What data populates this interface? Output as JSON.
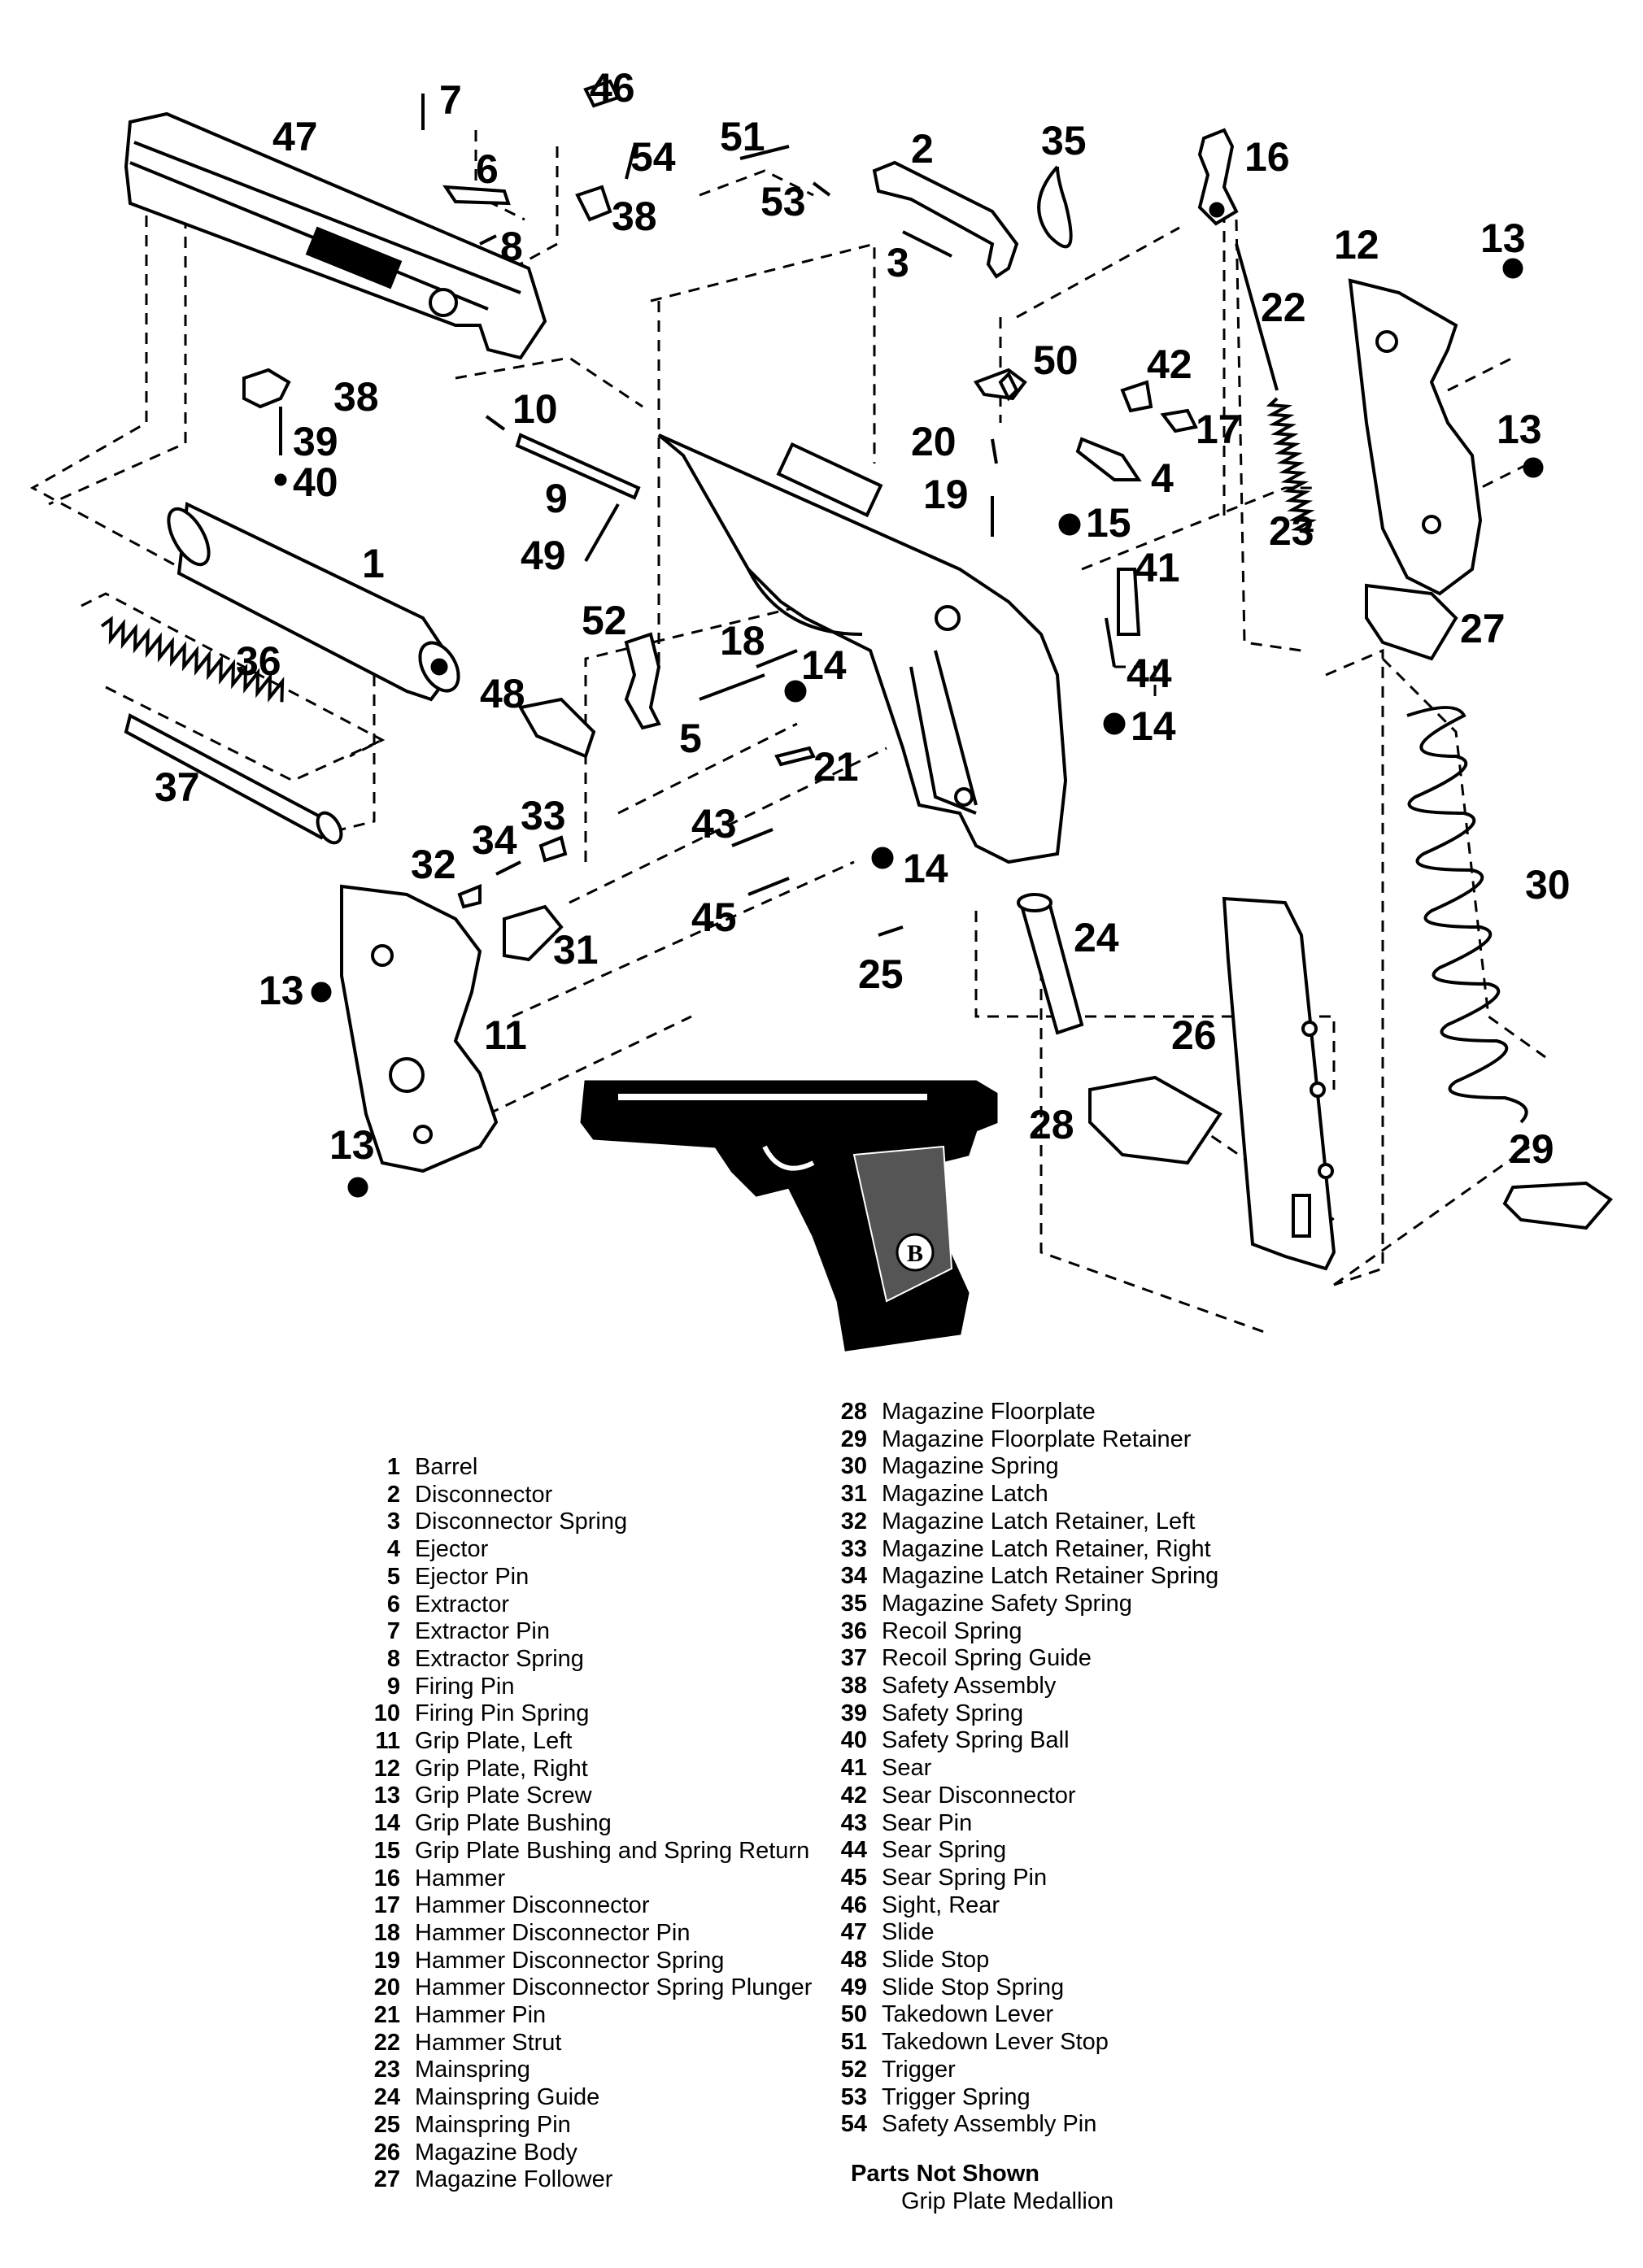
{
  "callouts": {
    "c1": "1",
    "c2": "2",
    "c3": "3",
    "c4": "4",
    "c5": "5",
    "c6": "6",
    "c7": "7",
    "c8": "8",
    "c9": "9",
    "c10": "10",
    "c11": "11",
    "c12": "12",
    "c13": "13",
    "c14": "14",
    "c15": "15",
    "c16": "16",
    "c17": "17",
    "c18": "18",
    "c19": "19",
    "c20": "20",
    "c21": "21",
    "c22": "22",
    "c23": "23",
    "c24": "24",
    "c25": "25",
    "c26": "26",
    "c27": "27",
    "c28": "28",
    "c29": "29",
    "c30": "30",
    "c31": "31",
    "c32": "32",
    "c33": "33",
    "c34": "34",
    "c35": "35",
    "c36": "36",
    "c37": "37",
    "c38": "38",
    "c39": "39",
    "c40": "40",
    "c41": "41",
    "c42": "42",
    "c43": "43",
    "c44": "44",
    "c45": "45",
    "c46": "46",
    "c47": "47",
    "c48": "48",
    "c49": "49",
    "c50": "50",
    "c51": "51",
    "c52": "52",
    "c53": "53",
    "c54": "54"
  },
  "parts_left": [
    {
      "num": "1",
      "name": "Barrel"
    },
    {
      "num": "2",
      "name": "Disconnector"
    },
    {
      "num": "3",
      "name": "Disconnector Spring"
    },
    {
      "num": "4",
      "name": "Ejector"
    },
    {
      "num": "5",
      "name": "Ejector Pin"
    },
    {
      "num": "6",
      "name": "Extractor"
    },
    {
      "num": "7",
      "name": "Extractor Pin"
    },
    {
      "num": "8",
      "name": "Extractor Spring"
    },
    {
      "num": "9",
      "name": "Firing Pin"
    },
    {
      "num": "10",
      "name": "Firing Pin Spring"
    },
    {
      "num": "11",
      "name": "Grip Plate, Left"
    },
    {
      "num": "12",
      "name": "Grip Plate, Right"
    },
    {
      "num": "13",
      "name": "Grip Plate Screw"
    },
    {
      "num": "14",
      "name": "Grip Plate Bushing"
    },
    {
      "num": "15",
      "name": "Grip Plate Bushing and Spring Return"
    },
    {
      "num": "16",
      "name": "Hammer"
    },
    {
      "num": "17",
      "name": "Hammer Disconnector"
    },
    {
      "num": "18",
      "name": "Hammer Disconnector Pin"
    },
    {
      "num": "19",
      "name": "Hammer Disconnector Spring"
    },
    {
      "num": "20",
      "name": "Hammer Disconnector Spring Plunger"
    },
    {
      "num": "21",
      "name": "Hammer Pin"
    },
    {
      "num": "22",
      "name": "Hammer Strut"
    },
    {
      "num": "23",
      "name": "Mainspring"
    },
    {
      "num": "24",
      "name": "Mainspring Guide"
    },
    {
      "num": "25",
      "name": "Mainspring Pin"
    },
    {
      "num": "26",
      "name": "Magazine Body"
    },
    {
      "num": "27",
      "name": "Magazine Follower"
    }
  ],
  "parts_right": [
    {
      "num": "28",
      "name": "Magazine Floorplate"
    },
    {
      "num": "29",
      "name": "Magazine Floorplate Retainer"
    },
    {
      "num": "30",
      "name": "Magazine Spring"
    },
    {
      "num": "31",
      "name": "Magazine Latch"
    },
    {
      "num": "32",
      "name": "Magazine Latch Retainer, Left"
    },
    {
      "num": "33",
      "name": "Magazine Latch Retainer, Right"
    },
    {
      "num": "34",
      "name": "Magazine Latch Retainer Spring"
    },
    {
      "num": "35",
      "name": "Magazine Safety Spring"
    },
    {
      "num": "36",
      "name": "Recoil Spring"
    },
    {
      "num": "37",
      "name": "Recoil Spring Guide"
    },
    {
      "num": "38",
      "name": "Safety Assembly"
    },
    {
      "num": "39",
      "name": "Safety Spring"
    },
    {
      "num": "40",
      "name": "Safety Spring Ball"
    },
    {
      "num": "41",
      "name": "Sear"
    },
    {
      "num": "42",
      "name": "Sear Disconnector"
    },
    {
      "num": "43",
      "name": "Sear Pin"
    },
    {
      "num": "44",
      "name": "Sear Spring"
    },
    {
      "num": "45",
      "name": "Sear Spring Pin"
    },
    {
      "num": "46",
      "name": "Sight, Rear"
    },
    {
      "num": "47",
      "name": "Slide"
    },
    {
      "num": "48",
      "name": "Slide Stop"
    },
    {
      "num": "49",
      "name": "Slide Stop Spring"
    },
    {
      "num": "50",
      "name": "Takedown Lever"
    },
    {
      "num": "51",
      "name": "Takedown Lever Stop"
    },
    {
      "num": "52",
      "name": "Trigger"
    },
    {
      "num": "53",
      "name": "Trigger Spring"
    },
    {
      "num": "54",
      "name": "Safety Assembly Pin"
    }
  ],
  "not_shown": {
    "heading": "Parts Not Shown",
    "items": [
      "Grip Plate Medallion"
    ]
  },
  "medallion_letter": "B"
}
